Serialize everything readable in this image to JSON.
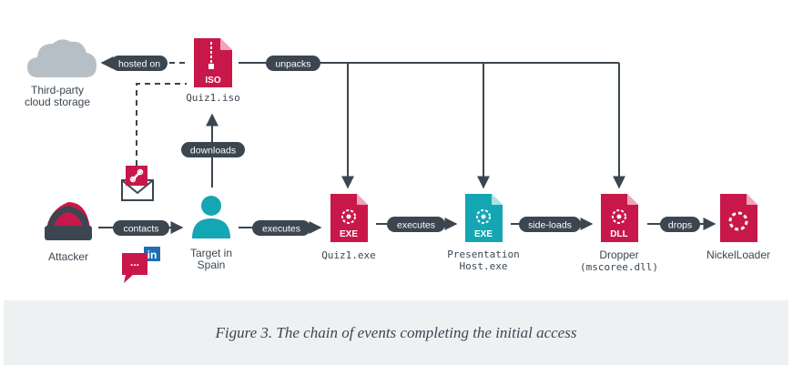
{
  "nodes": {
    "cloud": [
      "Third-party",
      "cloud storage"
    ],
    "iso": {
      "tag": "ISO",
      "label": "Quiz1.iso"
    },
    "attacker": [
      "Attacker"
    ],
    "target": [
      "Target in",
      "Spain"
    ],
    "quiz_exe": {
      "tag": "EXE",
      "label": "Quiz1.exe"
    },
    "presentation": {
      "tag": "EXE",
      "label": [
        "Presentation",
        "Host.exe"
      ]
    },
    "dropper": {
      "tag": "DLL",
      "label": [
        "Dropper",
        "(mscoree.dll)"
      ]
    },
    "nickel": [
      "NickelLoader"
    ],
    "linkedin_glyph": "in",
    "chat_glyph": "..."
  },
  "edges": {
    "hosted_on": "hosted on",
    "unpacks": "unpacks",
    "downloads": "downloads",
    "contacts": "contacts",
    "executes_1": "executes",
    "executes_2": "executes",
    "side_loads": "side-loads",
    "drops": "drops"
  },
  "caption": "Figure 3. The chain of events completing the initial access",
  "colors": {
    "crimson": "#c8184a",
    "teal": "#15a6b3",
    "dark": "#3b4650",
    "grey_cloud": "#b7bfc6",
    "caption_bg": "#eef1f2",
    "linkedin_blue": "#1d6fb0"
  }
}
